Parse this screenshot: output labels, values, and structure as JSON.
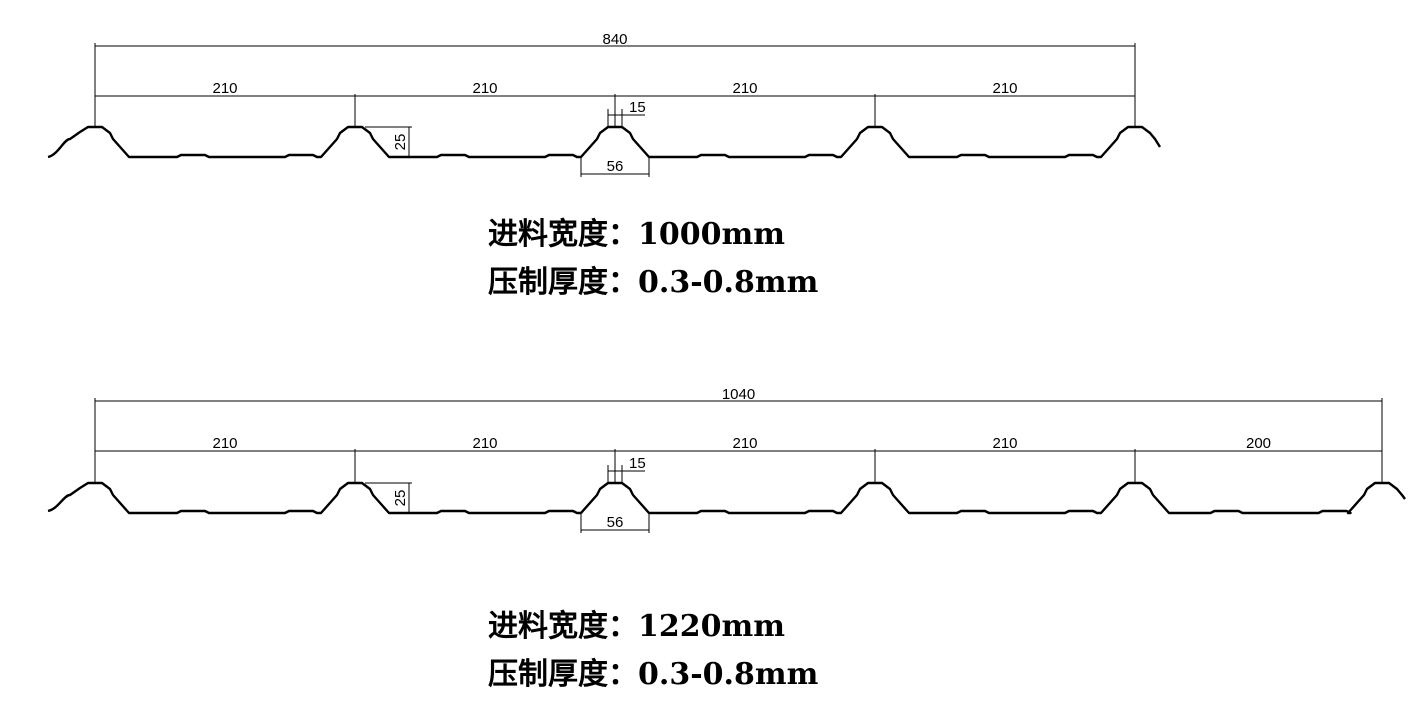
{
  "drawings": [
    {
      "overall_width": "840",
      "pitch_labels": [
        "210",
        "210",
        "210",
        "210"
      ],
      "rib_height": "25",
      "rib_top_width": "15",
      "rib_bottom_width": "56",
      "specs": {
        "feed_width_label": "进料宽度：",
        "feed_width_value": "1000mm",
        "thickness_label": "压制厚度：",
        "thickness_value": "0.3-0.8mm"
      }
    },
    {
      "overall_width": "1040",
      "pitch_labels": [
        "210",
        "210",
        "210",
        "210",
        "200"
      ],
      "rib_height": "25",
      "rib_top_width": "15",
      "rib_bottom_width": "56",
      "specs": {
        "feed_width_label": "进料宽度：",
        "feed_width_value": "1220mm",
        "thickness_label": "压制厚度：",
        "thickness_value": "0.3-0.8mm"
      }
    }
  ],
  "colors": {
    "line": "#000000",
    "background": "#ffffff"
  }
}
